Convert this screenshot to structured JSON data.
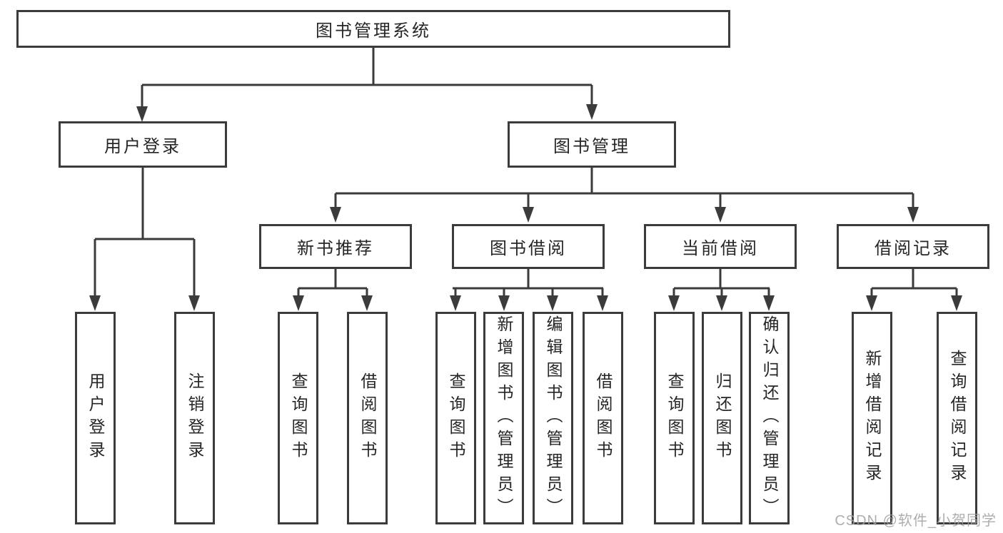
{
  "diagram": {
    "root": {
      "label": "图书管理系统"
    },
    "level2": [
      {
        "label": "用户登录",
        "parent": "图书管理系统"
      },
      {
        "label": "图书管理",
        "parent": "图书管理系统"
      }
    ],
    "level3": [
      {
        "label": "新书推荐",
        "parent": "图书管理"
      },
      {
        "label": "图书借阅",
        "parent": "图书管理"
      },
      {
        "label": "当前借阅",
        "parent": "图书管理"
      },
      {
        "label": "借阅记录",
        "parent": "图书管理"
      }
    ],
    "leaves": [
      {
        "label": "用户登录",
        "parent": "用户登录"
      },
      {
        "label": "注销登录",
        "parent": "用户登录"
      },
      {
        "label": "查询图书",
        "parent": "新书推荐"
      },
      {
        "label": "借阅图书",
        "parent": "新书推荐"
      },
      {
        "label": "查询图书",
        "parent": "图书借阅"
      },
      {
        "label": "新增图书（管理员）",
        "parent": "图书借阅"
      },
      {
        "label": "编辑图书（管理员）",
        "parent": "图书借阅"
      },
      {
        "label": "借阅图书",
        "parent": "图书借阅"
      },
      {
        "label": "查询图书",
        "parent": "当前借阅"
      },
      {
        "label": "归还图书",
        "parent": "当前借阅"
      },
      {
        "label": "确认归还（管理员）",
        "parent": "当前借阅"
      },
      {
        "label": "新增借阅记录",
        "parent": "借阅记录"
      },
      {
        "label": "查询借阅记录",
        "parent": "借阅记录"
      }
    ]
  },
  "watermark": {
    "text": "CSDN @软件_小贺同学"
  },
  "colors": {
    "line": "#3b3b3b",
    "box-border": "#3b3b3b",
    "box-fill": "#ffffff",
    "text": "#262626",
    "watermark": "#a0a0a0",
    "background": "#ffffff"
  }
}
